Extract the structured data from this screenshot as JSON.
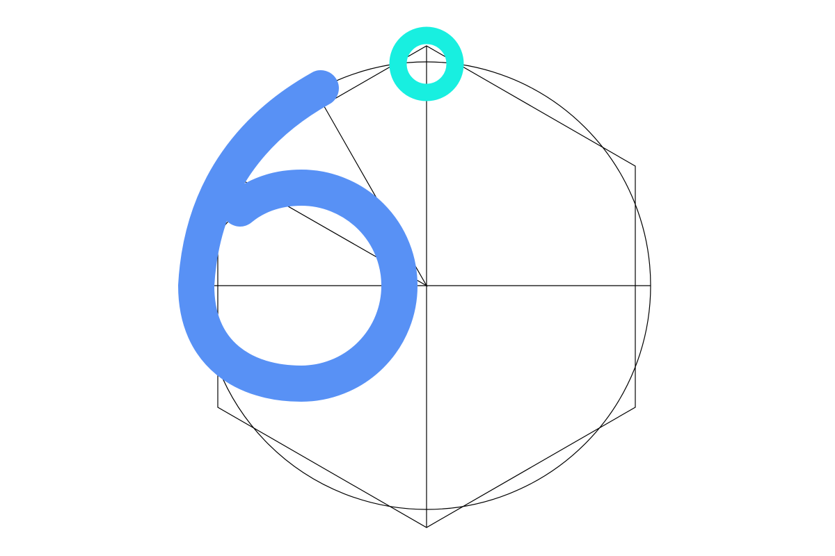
{
  "colors": {
    "background": "#ffffff",
    "construction_lines": "#000000",
    "digit_stroke": "#5891f5",
    "start_marker": "#18efe0"
  },
  "figure": {
    "subject": "digit-6-stroke-guide",
    "elements": [
      "outer-hexagon",
      "circumscribed-circle",
      "vertical-axis",
      "horizontal-axis",
      "inner-circle",
      "guide-triangle",
      "digit-6-stroke",
      "start-marker-ring"
    ]
  }
}
